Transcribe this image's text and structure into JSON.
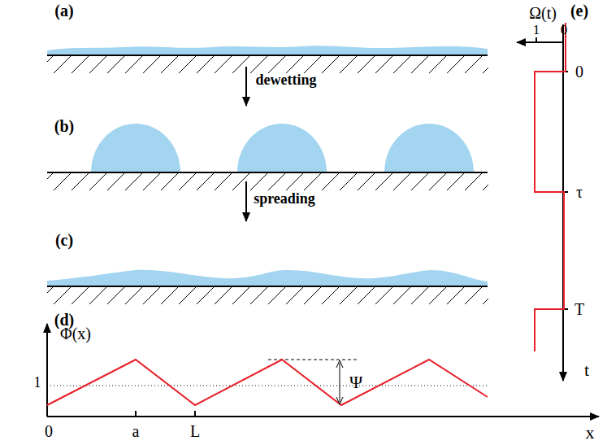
{
  "diagram": {
    "labels": [
      "(a)",
      "(e)",
      "Ω(t)",
      "1",
      "0",
      "0",
      "dewetting",
      "(b)",
      "τ",
      "spreading",
      "(c)",
      "T",
      "(d)",
      "Φ(x)",
      "Ψ",
      "1",
      "t",
      "0",
      "a",
      "L",
      "x"
    ]
  }
}
